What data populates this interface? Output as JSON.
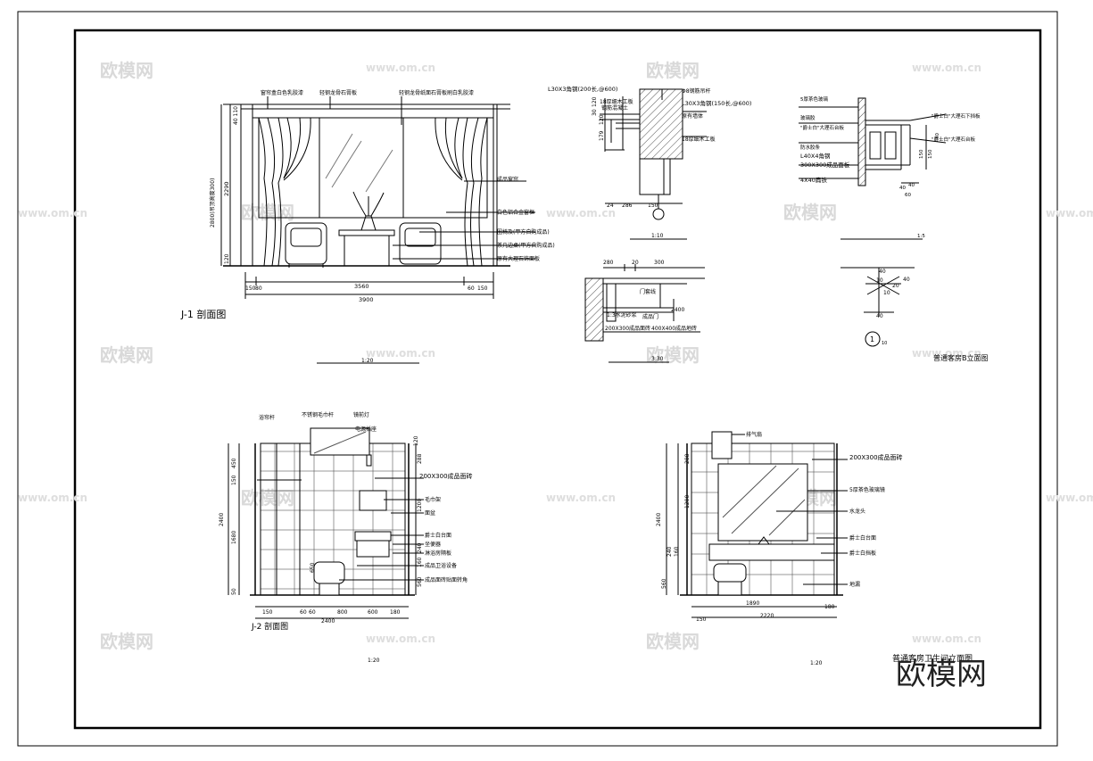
{
  "sheet": {
    "watermark_text": "欧模网",
    "watermark_url": "www.om.cn",
    "brand_logo": "欧模网"
  },
  "view_j1": {
    "title": "J-1 剖面图",
    "scale_label": "1:20",
    "dims_v": [
      "2800(吊顶高度300)",
      "2290",
      "40 110",
      "120"
    ],
    "dims_h_top": [
      "150",
      "80",
      "3560",
      "60",
      "150"
    ],
    "dim_total": "3900",
    "notes_top": [
      "窗帘盒白色乳胶漆",
      "轻钢龙骨石膏板",
      "轻钢龙骨纸面石膏板刷白乳胶漆"
    ],
    "notes_right": [
      "成品窗帘",
      "白色铝合金窗框",
      "圈椅及(甲方自购成品)",
      "茶几边桌(甲方自购成品)",
      "原有大理石饰面板"
    ]
  },
  "detail_j10": {
    "scale_label": "1:10",
    "notes": [
      "L30X3角钢(200长,@600)",
      "18厚细木工板",
      "钢筋混凝土",
      "Φ8钢筋吊杆",
      "L30X3角钢(150长,@600)",
      "原有墙体",
      "18厚细木工板"
    ],
    "dims": [
      "120",
      "30",
      "120",
      "179",
      "24",
      "286",
      "150"
    ]
  },
  "detail_j5": {
    "scale_label": "1:5",
    "notes": [
      "5厚茶色玻璃",
      "玻璃胶",
      "\"爵士白\"大理石台板",
      "防水胶条",
      "L40X4角钢",
      "300X300成品面板",
      "4X40扁铁",
      "\"爵士白\"大理石下挡板",
      "\"爵士白\"大理石台板"
    ],
    "dims": [
      "40",
      "150",
      "150",
      "40",
      "40",
      "60"
    ]
  },
  "detail_330": {
    "scale_label": "3:30",
    "dims": [
      "280",
      "20",
      "300",
      "2400"
    ],
    "notes": [
      "门套线",
      "1:3水泥砂浆",
      "成品门",
      "200X300成品面砖",
      "400X400成品地砖"
    ]
  },
  "detail_small": {
    "dims": [
      "40",
      "10",
      "20",
      "10",
      "40",
      "40"
    ],
    "callout_number": "1",
    "callout_scale": "10",
    "title": "普通客房B立面图"
  },
  "view_j2": {
    "title": "J-2 剖面图",
    "scale_label": "1:20",
    "notes": [
      "浴帘杆",
      "不锈钢毛巾杆",
      "镜前灯",
      "电源插座",
      "200X300成品面砖",
      "毛巾架",
      "面盆",
      "爵士白台面",
      "坐便器",
      "淋浴房隔板",
      "成品卫浴设备",
      "成品面砖贴面转角"
    ],
    "dims_v": [
      "2400",
      "450",
      "150",
      "1680",
      "50",
      "120"
    ],
    "dims_v_right": [
      "288",
      "1200",
      "240",
      "160",
      "560",
      "650"
    ],
    "dims_h": [
      "150",
      "60",
      "60",
      "800",
      "600",
      "180"
    ],
    "dim_total": "2400"
  },
  "view_j3": {
    "title": "普通客房卫生间立面图",
    "scale_label": "1:20",
    "notes": [
      "排气扇",
      "200X300成品面砖",
      "5厚茶色玻璃镜",
      "水龙头",
      "爵士白台面",
      "爵士白挡板",
      "地漏"
    ],
    "dims_v": [
      "288",
      "1200",
      "2400",
      "240",
      "160",
      "560"
    ],
    "dims_h": [
      "1890",
      "180"
    ],
    "dim_total": "2220",
    "dim_left": "150"
  }
}
